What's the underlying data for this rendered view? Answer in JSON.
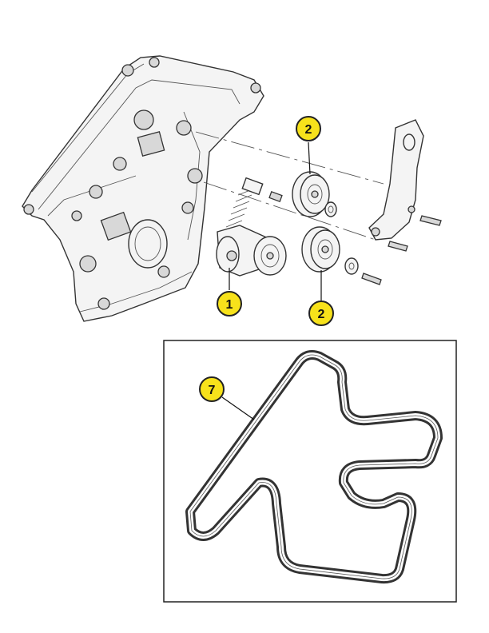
{
  "callouts": [
    {
      "id": "tensioner",
      "label": "1"
    },
    {
      "id": "idler-upper",
      "label": "2"
    },
    {
      "id": "idler-lower",
      "label": "2"
    },
    {
      "id": "belt",
      "label": "7"
    }
  ],
  "colors": {
    "callout_fill": "#f7e21b",
    "line": "#333333",
    "frame": "#222222",
    "background": "#ffffff"
  }
}
